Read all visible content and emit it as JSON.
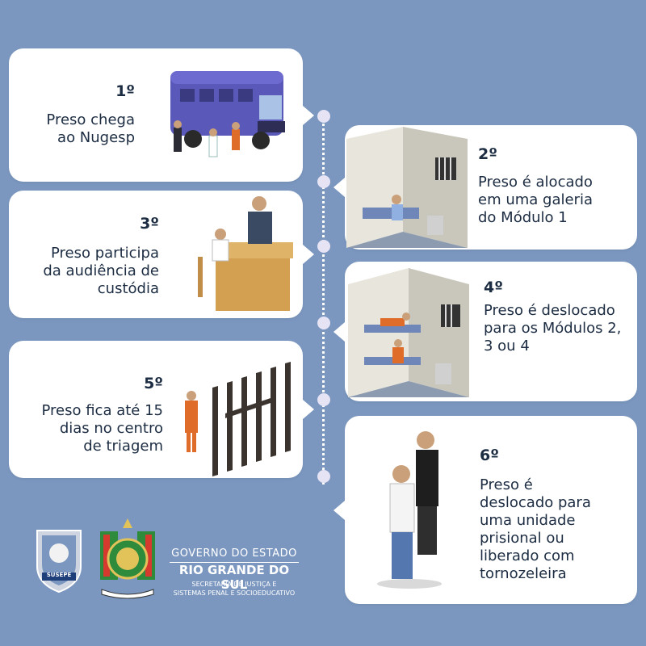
{
  "steps": [
    {
      "number": "1º",
      "text": "Preso chega\nao Nugesp"
    },
    {
      "number": "2º",
      "text": "Preso é alocado\nem uma galeria\ndo Módulo 1"
    },
    {
      "number": "3º",
      "text": "Preso participa\nda audiência de\ncustódia"
    },
    {
      "number": "4º",
      "text": "Preso é deslocado\npara os Módulos 2,\n3 ou 4"
    },
    {
      "number": "5º",
      "text": "Preso fica até 15\ndias no centro\nde triagem"
    },
    {
      "number": "6º",
      "text": "Preso é\ndeslocado para\numa unidade\nprisional ou\nliberado com\ntornozeleira"
    }
  ],
  "footer": {
    "line1": "GOVERNO DO ESTADO",
    "line2": "RIO GRANDE DO SUL",
    "line3": "SECRETARIA DE JUSTIÇA E",
    "line4": "SISTEMAS PENAL E SOCIOEDUCATIVO",
    "badge_label": "SUSEPE"
  },
  "colors": {
    "background": "#7b97bf",
    "card": "#ffffff",
    "text": "#1c2c42"
  }
}
